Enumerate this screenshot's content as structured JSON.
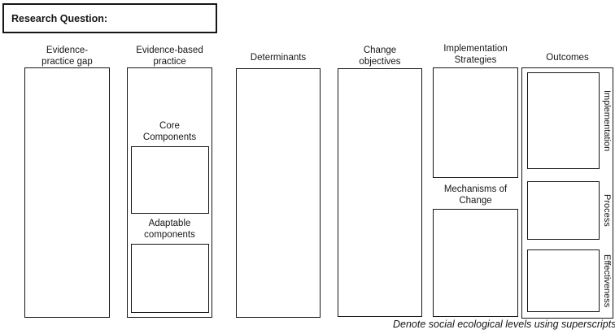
{
  "research_question": {
    "label": "Research Question:"
  },
  "columns": {
    "gap": {
      "header": "Evidence-\npractice gap"
    },
    "ebp": {
      "header": "Evidence-based\npractice",
      "core_label": "Core\nComponents",
      "adaptable_label": "Adaptable\ncomponents"
    },
    "determinants": {
      "header": "Determinants"
    },
    "change_objectives": {
      "header": "Change\nobjectives"
    },
    "strategies": {
      "header": "Implementation\nStrategies",
      "mechanisms_label": "Mechanisms of\nChange"
    },
    "outcomes": {
      "header": "Outcomes",
      "implementation_label": "Implementation",
      "process_label": "Process",
      "effectiveness_label": "Effectiveness"
    }
  },
  "footnote": "Denote social ecological levels using superscripts",
  "colors": {
    "border": "#161616",
    "background": "#ffffff",
    "text": "#161616"
  }
}
